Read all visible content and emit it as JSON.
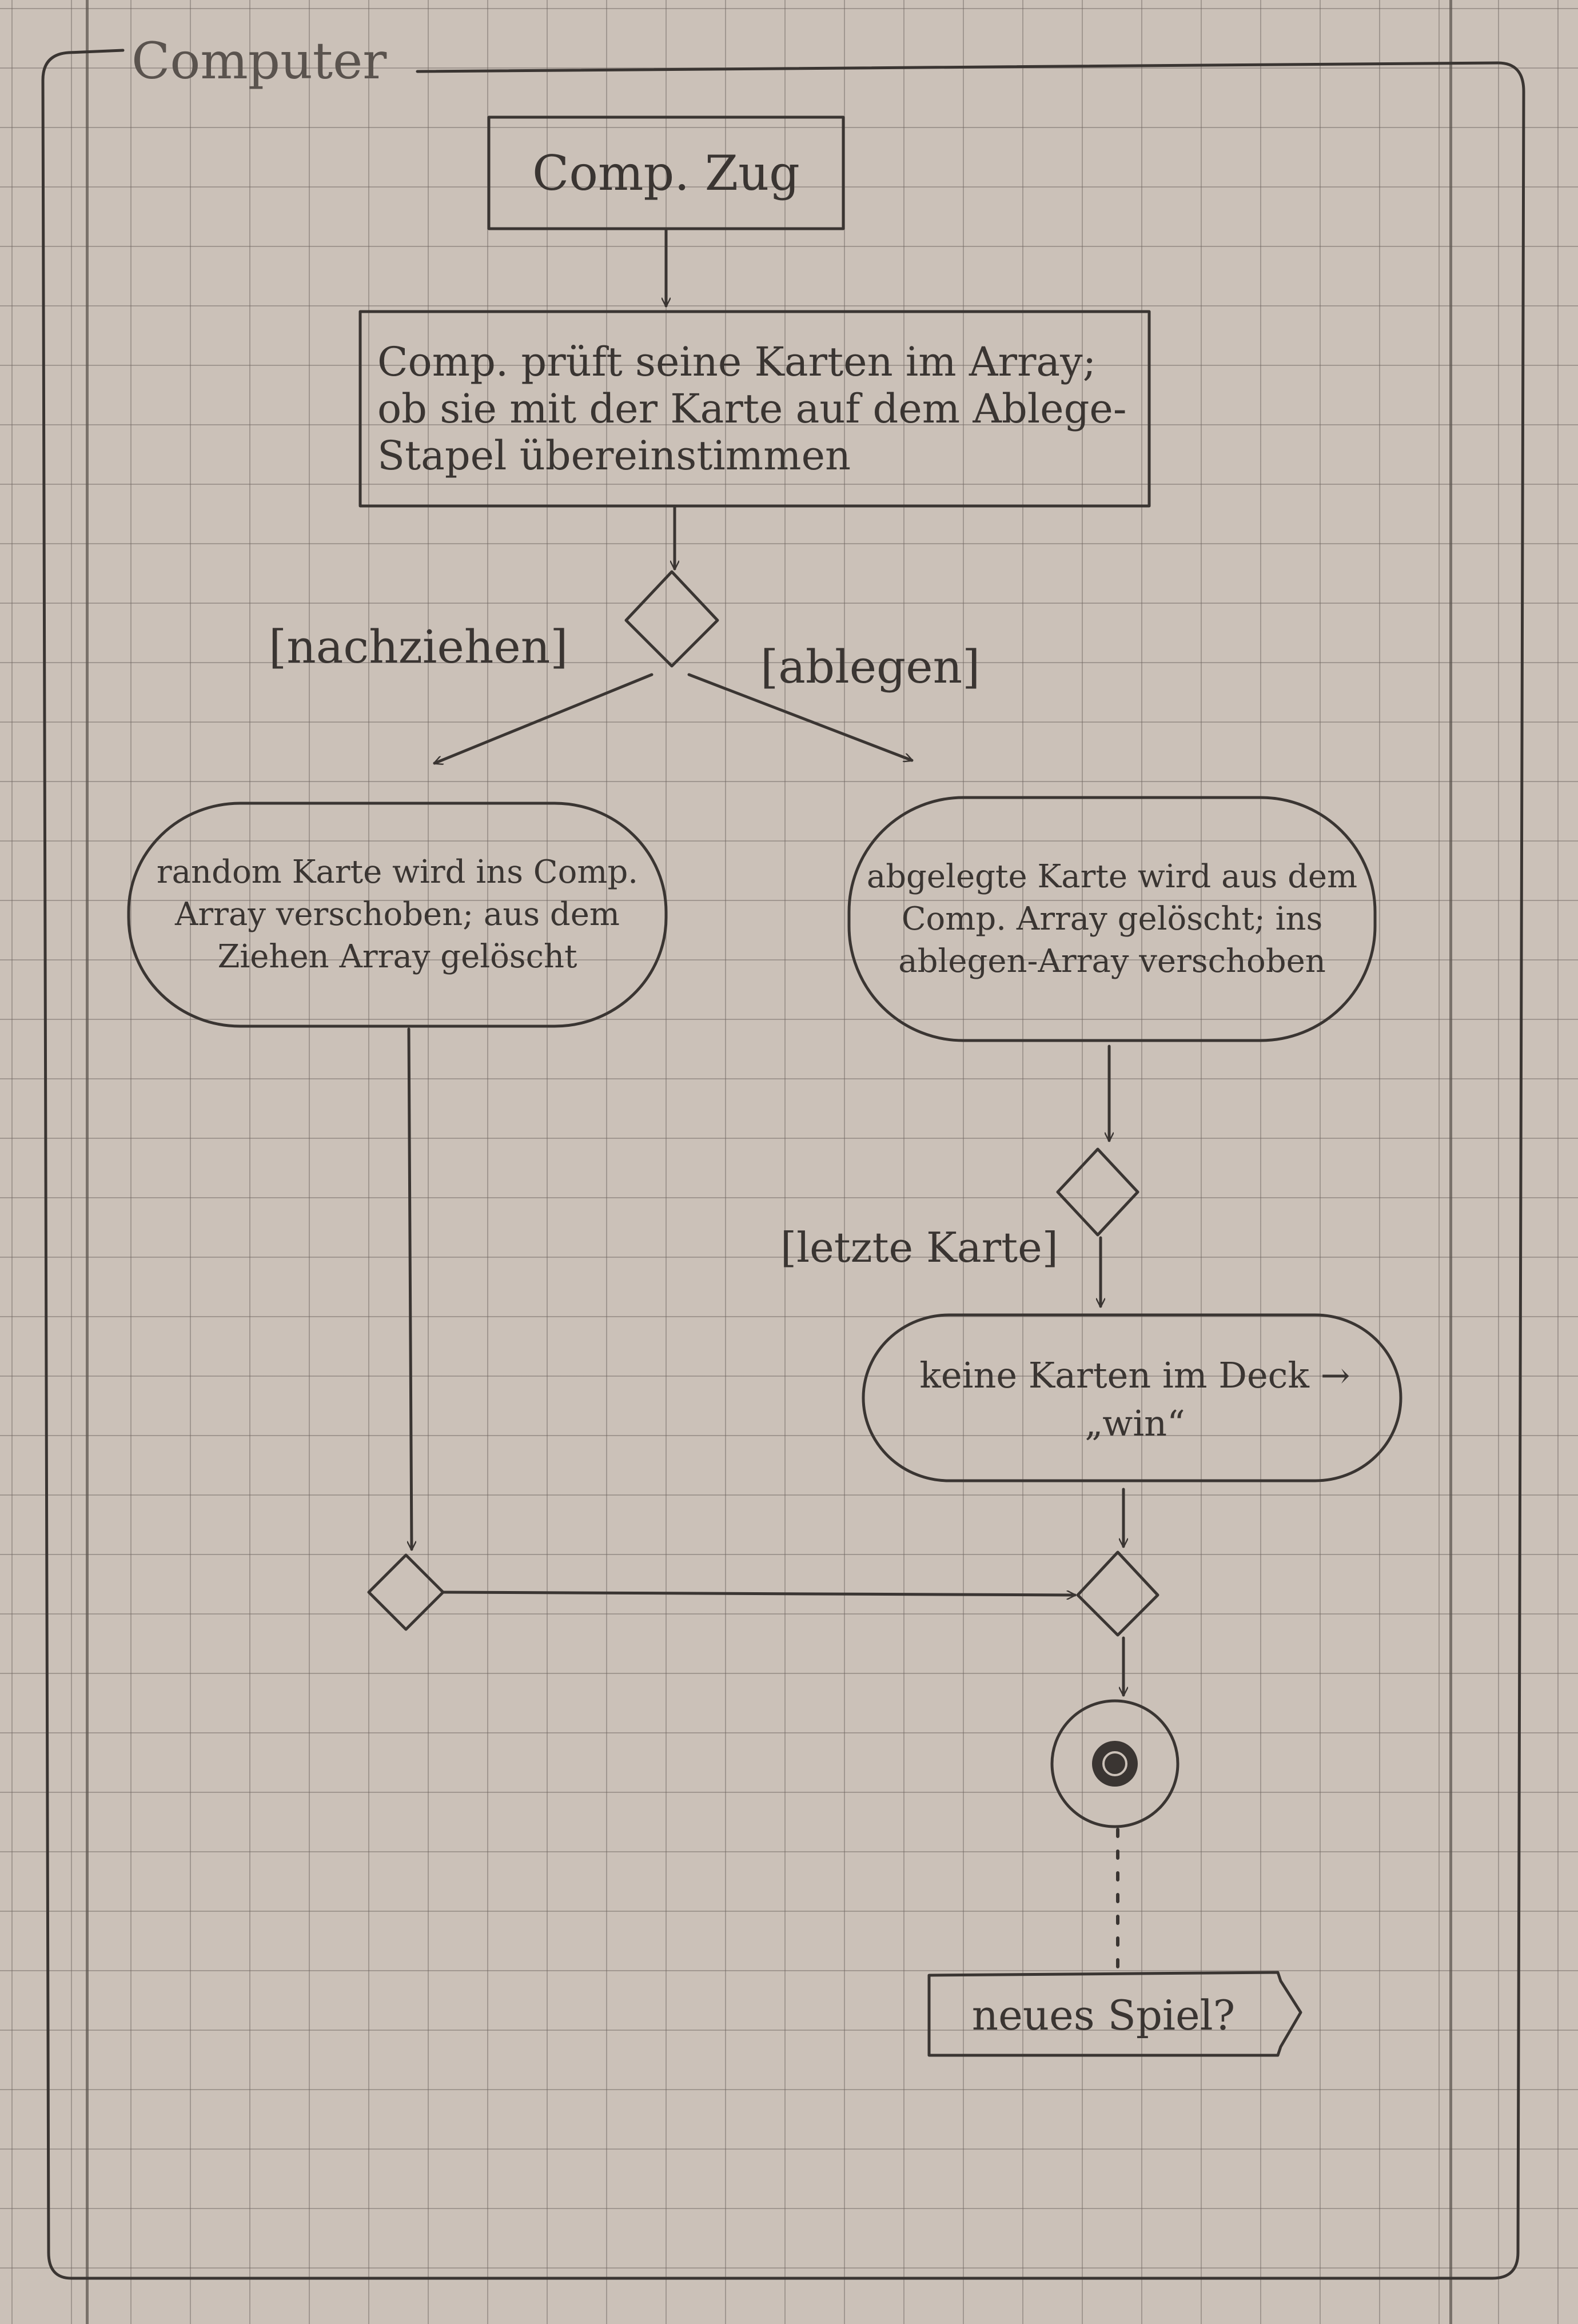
{
  "frame": {
    "title": "Computer"
  },
  "nodes": {
    "start_action": "Comp. Zug",
    "check_action": "Comp. prüft seine Karten im Array; ob sie mit der Karte auf dem Ablege-Stapel übereinstimmen",
    "draw_action": "random Karte wird ins Comp. Array verschoben; aus dem Ziehen Array gelöscht",
    "discard_action": "abgelegte Karte wird aus dem Comp. Array gelöscht; ins ablegen-Array verschoben",
    "no_cards_action": "keine Karten im Deck → „win“",
    "new_game_signal": "neues Spiel?"
  },
  "guards": {
    "draw": "[nachziehen]",
    "discard": "[ablegen]",
    "last_card": "[letzte Karte]"
  },
  "colors": {
    "ink": "#3a3532",
    "paper": "#cbc1b8",
    "grid": "#6e645f"
  }
}
